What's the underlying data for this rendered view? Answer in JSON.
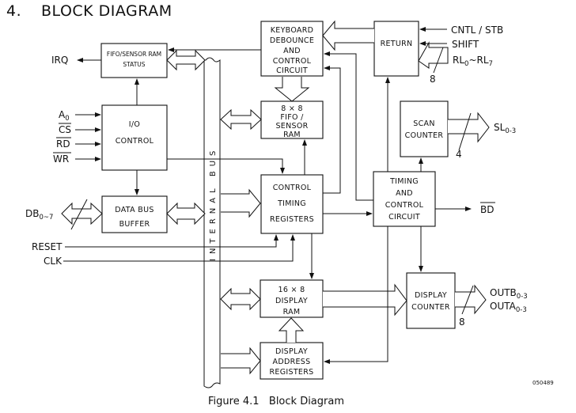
{
  "header": {
    "section_number": "4.",
    "title": "BLOCK DIAGRAM"
  },
  "caption": "Figure 4.1   Block Diagram",
  "doc_code": "050489",
  "bus_label": "INTERNAL BUS",
  "blocks": {
    "fifo_status": [
      "FIFO/SENSOR RAM",
      "STATUS"
    ],
    "io_control": [
      "I/O",
      "CONTROL"
    ],
    "data_bus_buffer": [
      "DATA BUS",
      "BUFFER"
    ],
    "keyboard": [
      "KEYBOARD",
      "DEBOUNCE",
      "AND",
      "CONTROL",
      "CIRCUIT"
    ],
    "fifo_ram": [
      "8 × 8",
      "FIFO /",
      "SENSOR",
      "RAM"
    ],
    "control_timing": [
      "CONTROL",
      "TIMING",
      "REGISTERS"
    ],
    "display_ram": [
      "16 × 8",
      "DISPLAY",
      "RAM"
    ],
    "display_addr": [
      "DISPLAY",
      "ADDRESS",
      "REGISTERS"
    ],
    "return": [
      "RETURN"
    ],
    "scan_counter": [
      "SCAN",
      "COUNTER"
    ],
    "timing_control": [
      "TIMING",
      "AND",
      "CONTROL",
      "CIRCUIT"
    ],
    "display_counter": [
      "DISPLAY",
      "COUNTER"
    ]
  },
  "signals": {
    "irq": "IRQ",
    "a0": {
      "base": "A",
      "sub": "0"
    },
    "cs": "CS",
    "rd": "RD",
    "wr": "WR",
    "db": {
      "base": "DB",
      "sub": "0~7"
    },
    "reset": "RESET",
    "clk": "CLK",
    "cntl_stb": "CNTL / STB",
    "shift": "SHIFT",
    "rl": {
      "base1": "RL",
      "sub1": "0",
      "mid": "~RL",
      "sub2": "7"
    },
    "rl_width": "8",
    "sl": {
      "base": "SL",
      "sub": "0-3"
    },
    "sl_width": "4",
    "bd": "BD",
    "outb": {
      "base": "OUTB",
      "sub": "0-3"
    },
    "outa": {
      "base": "OUTA",
      "sub": "0-3"
    },
    "out_width": "8"
  }
}
